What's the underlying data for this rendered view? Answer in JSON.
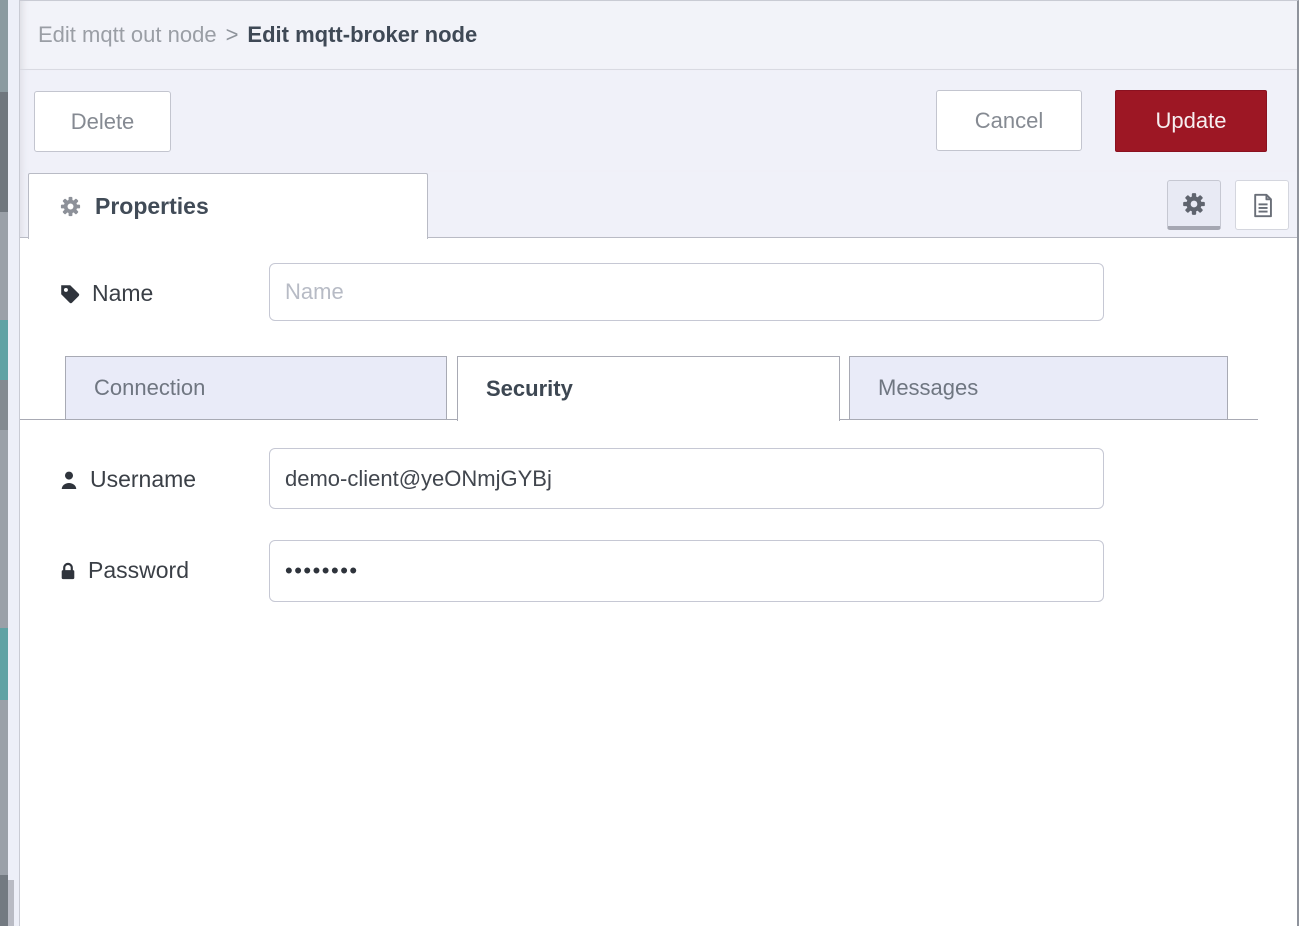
{
  "breadcrumb": {
    "parent": "Edit mqtt out node",
    "separator": ">",
    "current": "Edit mqtt-broker node"
  },
  "toolbar": {
    "delete_label": "Delete",
    "cancel_label": "Cancel",
    "update_label": "Update"
  },
  "editor_tabs": {
    "properties_label": "Properties"
  },
  "form": {
    "name": {
      "label": "Name",
      "placeholder": "Name",
      "value": ""
    },
    "security_tabs": [
      {
        "label": "Connection",
        "active": false
      },
      {
        "label": "Security",
        "active": true
      },
      {
        "label": "Messages",
        "active": false
      }
    ],
    "username": {
      "label": "Username",
      "value": "demo-client@yeONmjGYBj"
    },
    "password": {
      "label": "Password",
      "masked_value": "••••••••"
    }
  },
  "icons": {
    "properties_tab": "gear-icon",
    "edit_properties_toggle": "gear-icon",
    "description_toggle": "file-document-icon",
    "name_field": "tag-icon",
    "username_field": "user-icon",
    "password_field": "lock-icon"
  },
  "colors": {
    "update_button_bg": "#9d1724",
    "panel_bg": "#f0f1f9",
    "header_bg": "#f2f3f9",
    "inactive_tab_bg": "#e9ebf8",
    "active_text": "#3f4956",
    "muted_text": "#9a9ea5",
    "workspace_teal": "#5fa2a4"
  }
}
